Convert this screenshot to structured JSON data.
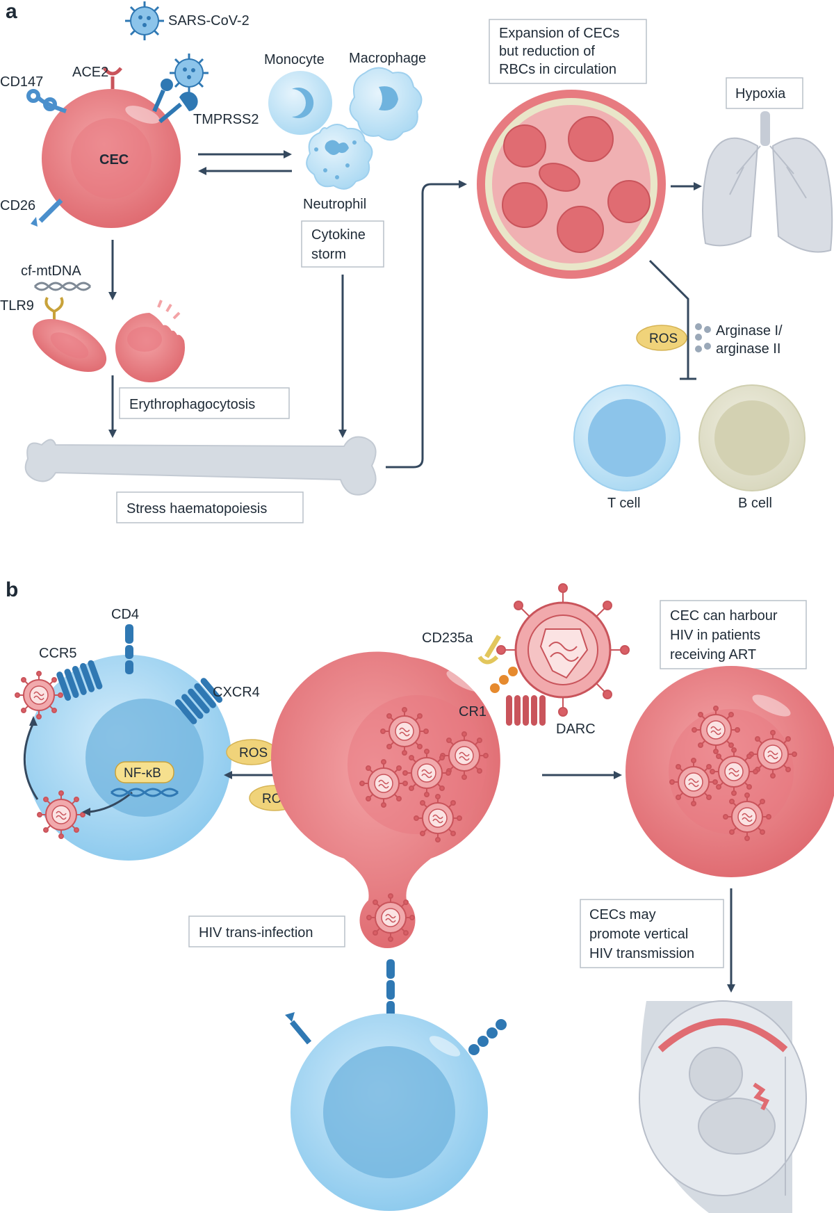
{
  "panel_a": {
    "letter": "a",
    "virus_label": "SARS-CoV-2",
    "cec_label": "CEC",
    "receptors": {
      "ace2": "ACE2",
      "cd147": "CD147",
      "tmprss2": "TMPRSS2",
      "cd26": "CD26"
    },
    "monocyte": "Monocyte",
    "macrophage": "Macrophage",
    "neutrophil": "Neutrophil",
    "cytokine_storm": [
      "Cytokine",
      "storm"
    ],
    "cf_mtdna": "cf-mtDNA",
    "tlr9": "TLR9",
    "erythrophagocytosis": "Erythrophagocytosis",
    "stress_haematopoiesis": "Stress haematopoiesis",
    "expansion": [
      "Expansion of CECs",
      "but reduction of",
      "RBCs in circulation"
    ],
    "hypoxia": "Hypoxia",
    "ros": "ROS",
    "arginase": [
      "Arginase I/",
      "arginase II"
    ],
    "t_cell": "T cell",
    "b_cell": "B cell"
  },
  "panel_b": {
    "letter": "b",
    "cd4": "CD4",
    "ccr5": "CCR5",
    "cxcr4": "CXCR4",
    "nfkb": "NF-κB",
    "ros_top": "ROS",
    "ros_bottom": "ROS",
    "cd235a": "CD235a",
    "cr1": "CR1",
    "darc": "DARC",
    "harbour": [
      "CEC can harbour",
      "HIV in patients",
      "receiving ART"
    ],
    "trans_infection": "HIV trans-infection",
    "vertical": [
      "CECs may",
      "promote vertical",
      "HIV transmission"
    ]
  },
  "colors": {
    "cec_red": "#e8777c",
    "tcell_blue": "#8fcbee",
    "arrow": "#34485e",
    "receptor_blue": "#2f78b3",
    "ros_yellow": "#f0d37a"
  }
}
